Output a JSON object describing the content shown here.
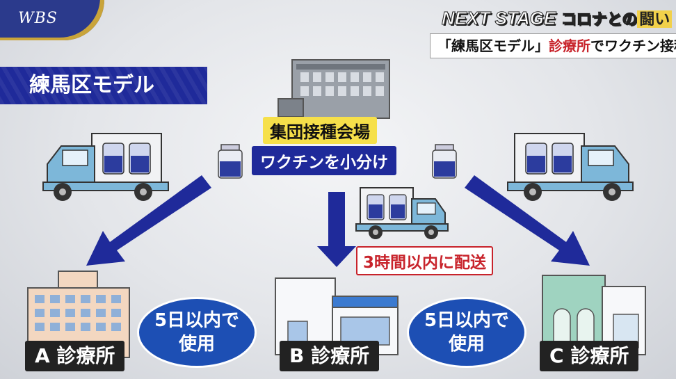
{
  "broadcaster": {
    "logo": "WBS"
  },
  "topic": {
    "series": "NEXT STAGE",
    "series_tail": "コロナとの",
    "series_kanji": "闘い",
    "headline_pre": "「練馬区モデル」",
    "headline_red": "診療所",
    "headline_post": "でワクチン接種へ"
  },
  "model_title": "練馬区モデル",
  "hub": {
    "label": "集団接種会場",
    "action": "ワクチンを小分け"
  },
  "delivery_note": "3時間以内に配送",
  "use_limit": [
    {
      "line1": "5日以内で",
      "line2": "使用"
    },
    {
      "line1": "5日以内で",
      "line2": "使用"
    }
  ],
  "clinics": [
    {
      "letter": "A",
      "name": "診療所"
    },
    {
      "letter": "B",
      "name": "診療所"
    },
    {
      "letter": "C",
      "name": "診療所"
    }
  ],
  "colors": {
    "navy": "#1f2a9a",
    "yellow": "#f6e04a",
    "red": "#c8232b",
    "oval_blue": "#1d4fb4"
  }
}
